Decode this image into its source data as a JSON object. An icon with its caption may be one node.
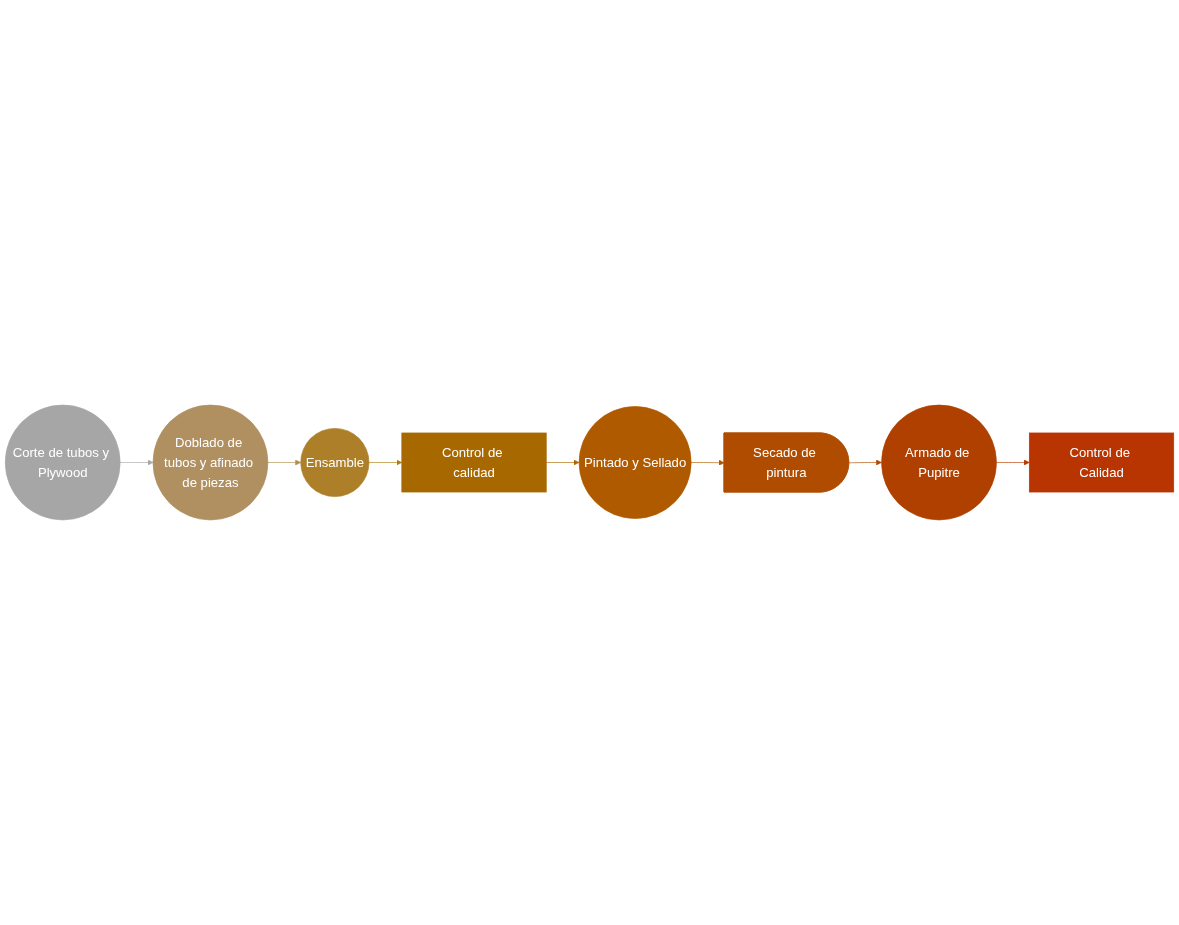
{
  "diagram": {
    "nodes": [
      {
        "text": [
          "Corte de tubos y Plywood"
        ]
      },
      {
        "text": [
          "Doblado de tubos y afinado de piezas"
        ]
      },
      {
        "text": [
          "Ensamble"
        ]
      },
      {
        "text": [
          "Control de calidad"
        ]
      },
      {
        "text": [
          "Pintado y Sellado"
        ]
      },
      {
        "text": [
          "Secado de pintura"
        ]
      },
      {
        "text": [
          "Armado de Pupitre"
        ]
      },
      {
        "text": [
          "Control de Calidad"
        ]
      }
    ],
    "edges": [
      {
        "from": 0,
        "to": 1,
        "arrow": "to",
        "color": "#a6a6a6"
      },
      {
        "from": 1,
        "to": 2,
        "arrow": "to",
        "color": "#b09050"
      },
      {
        "from": 2,
        "to": 3,
        "arrow": "to",
        "color": "#ad7f10"
      },
      {
        "from": 3,
        "to": 4,
        "arrow": "to",
        "color": "#b06800"
      },
      {
        "from": 4,
        "to": 5,
        "arrow": "to",
        "color": "#b05a00"
      },
      {
        "from": 5,
        "to": 6,
        "arrow": "to",
        "color": "#b04a00"
      },
      {
        "from": 6,
        "to": 7,
        "arrow": "to",
        "color": "#b83c00"
      }
    ]
  }
}
